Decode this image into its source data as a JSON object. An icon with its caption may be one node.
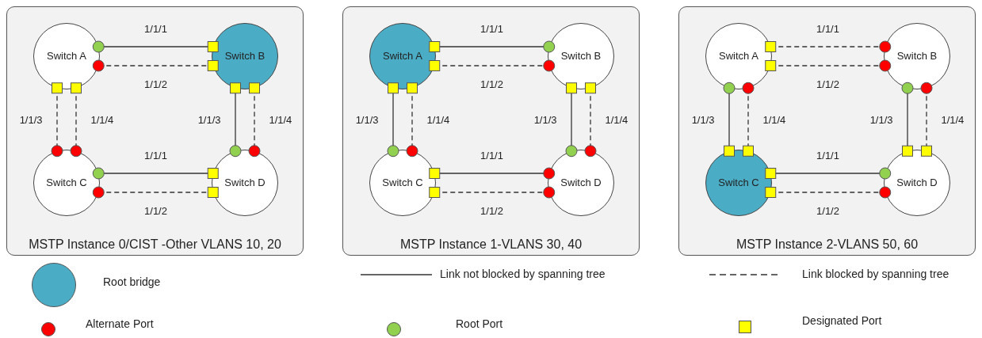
{
  "diagram": {
    "nodes": [
      {
        "text": [
          "MSTP Instance 0/CIST -Other VLANS 10, 20"
        ]
      },
      {
        "text": [
          "Switch A"
        ],
        "in": 0
      },
      {
        "text": [
          "Switch B"
        ],
        "in": 0
      },
      {
        "text": [
          "Switch C"
        ],
        "in": 0
      },
      {
        "text": [
          "Switch D"
        ],
        "in": 0
      },
      {
        "text": [
          "MSTP Instance 1-VLANS 30, 40"
        ]
      },
      {
        "text": [
          "Switch A"
        ],
        "in": 5
      },
      {
        "text": [
          "Switch B"
        ],
        "in": 5
      },
      {
        "text": [
          "Switch C"
        ],
        "in": 5
      },
      {
        "text": [
          "Switch D"
        ],
        "in": 5
      },
      {
        "text": [
          "MSTP Instance 2-VLANS 50, 60"
        ]
      },
      {
        "text": [
          "Switch A"
        ],
        "in": 10
      },
      {
        "text": [
          "Switch B"
        ],
        "in": 10
      },
      {
        "text": [
          "Switch C"
        ],
        "in": 10
      },
      {
        "text": [
          "Switch D"
        ],
        "in": 10
      }
    ],
    "edges": [
      {
        "from": 1,
        "to": 2,
        "arrow": "other",
        "label": "1/1/1"
      },
      {
        "from": 1,
        "to": 2,
        "arrow": "other",
        "label": "1/1/2",
        "style": "dashed"
      },
      {
        "from": 1,
        "to": 3,
        "arrow": "other",
        "label": "1/1/3",
        "style": "dashed"
      },
      {
        "from": 1,
        "to": 3,
        "arrow": "other",
        "label": "1/1/4",
        "style": "dashed"
      },
      {
        "from": 2,
        "to": 4,
        "arrow": "other",
        "label": "1/1/3"
      },
      {
        "from": 2,
        "to": 4,
        "arrow": "other",
        "label": "1/1/4",
        "style": "dashed"
      },
      {
        "from": 3,
        "to": 4,
        "arrow": "other",
        "label": "1/1/1"
      },
      {
        "from": 3,
        "to": 4,
        "arrow": "other",
        "label": "1/1/2",
        "style": "dashed"
      },
      {
        "from": 6,
        "to": 7,
        "arrow": "other",
        "label": "1/1/1"
      },
      {
        "from": 6,
        "to": 7,
        "arrow": "other",
        "label": "1/1/2",
        "style": "dashed"
      },
      {
        "from": 6,
        "to": 8,
        "arrow": "other",
        "label": "1/1/3"
      },
      {
        "from": 6,
        "to": 8,
        "arrow": "other",
        "label": "1/1/4",
        "style": "dashed"
      },
      {
        "from": 7,
        "to": 9,
        "arrow": "other",
        "label": "1/1/3"
      },
      {
        "from": 7,
        "to": 9,
        "arrow": "other",
        "label": "1/1/4",
        "style": "dashed"
      },
      {
        "from": 8,
        "to": 9,
        "arrow": "other",
        "label": "1/1/1"
      },
      {
        "from": 8,
        "to": 9,
        "arrow": "other",
        "label": "1/1/2",
        "style": "dashed"
      },
      {
        "from": 11,
        "to": 12,
        "arrow": "other",
        "label": "1/1/1",
        "style": "dashed"
      },
      {
        "from": 11,
        "to": 12,
        "arrow": "other",
        "label": "1/1/2",
        "style": "dashed"
      },
      {
        "from": 11,
        "to": 13,
        "arrow": "other",
        "label": "1/1/3"
      },
      {
        "from": 11,
        "to": 13,
        "arrow": "other",
        "label": "1/1/4",
        "style": "dashed"
      },
      {
        "from": 12,
        "to": 14,
        "arrow": "other",
        "label": "1/1/3"
      },
      {
        "from": 12,
        "to": 14,
        "arrow": "other",
        "label": "1/1/4",
        "style": "dashed"
      },
      {
        "from": 13,
        "to": 14,
        "arrow": "other",
        "label": "1/1/1"
      },
      {
        "from": 13,
        "to": 14,
        "arrow": "other",
        "label": "1/1/2",
        "style": "dashed"
      }
    ],
    "legend": [
      {
        "text": "Root bridge",
        "color": "#4bacc6"
      },
      {
        "text": "Link not blocked by spanning tree"
      },
      {
        "text": "Link blocked by spanning tree"
      },
      {
        "text": "Alternate Port",
        "color": "#ff0000"
      },
      {
        "text": "Root Port",
        "color": "#92d050"
      },
      {
        "text": "Designated Port",
        "color": "#ffff00"
      }
    ]
  }
}
